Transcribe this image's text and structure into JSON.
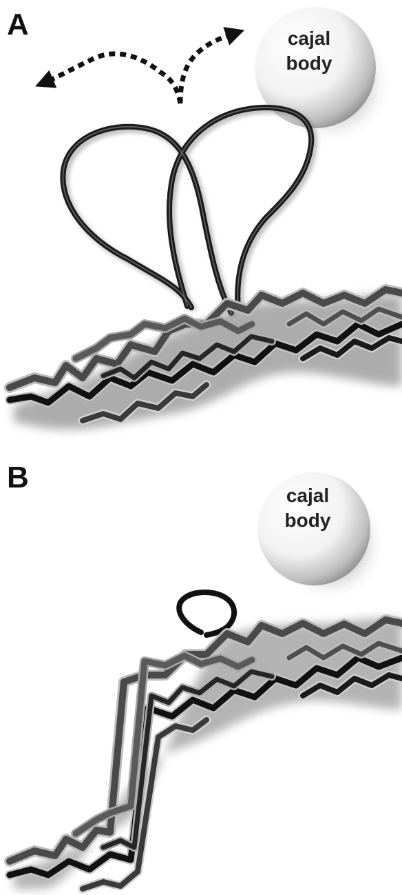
{
  "panels": [
    {
      "letter": "A",
      "cajal_label_line1": "cajal",
      "cajal_label_line2": "body"
    },
    {
      "letter": "B",
      "cajal_label_line1": "cajal",
      "cajal_label_line2": "body"
    }
  ],
  "colors": {
    "chromatin_dark": "#111111",
    "chromatin_mid": "#555555",
    "chromatin_light": "#9a9a9a",
    "background": "#ffffff"
  }
}
